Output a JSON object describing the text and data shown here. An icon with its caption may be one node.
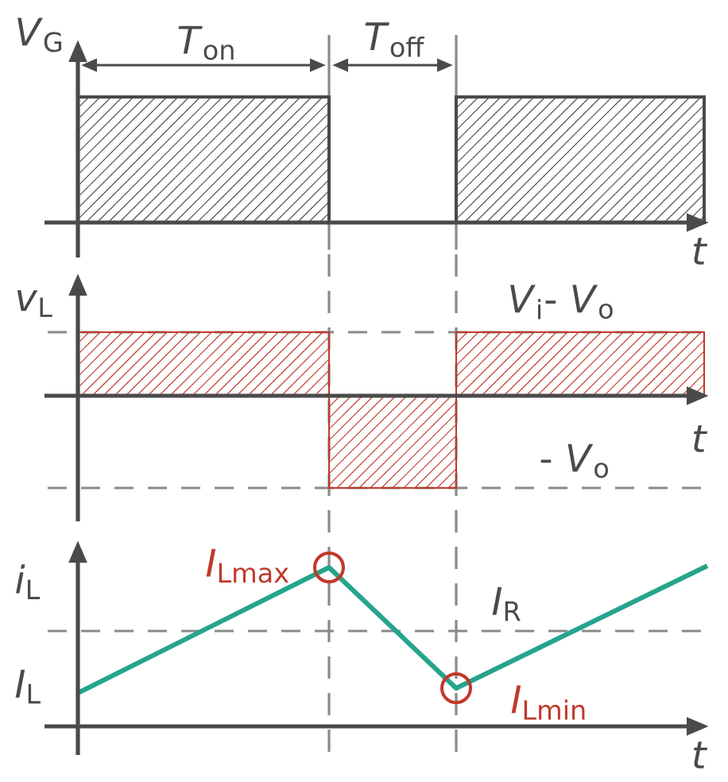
{
  "diagram": {
    "labels": [
      "*V*$_{G}$",
      "*T*$_{on}$",
      "*T*$_{off}$",
      "*t*",
      "*v*$_{L}$",
      "*V*$_{i}$- *V*$_{o}$",
      "*t*",
      "- *V*$_{o}$",
      "*i*$_{L}$",
      "*I*$_{Lmax}$",
      "*I*$_{R}$",
      "*I*$_{L}$",
      "*I*$_{Lmin}$",
      "*t*"
    ]
  }
}
